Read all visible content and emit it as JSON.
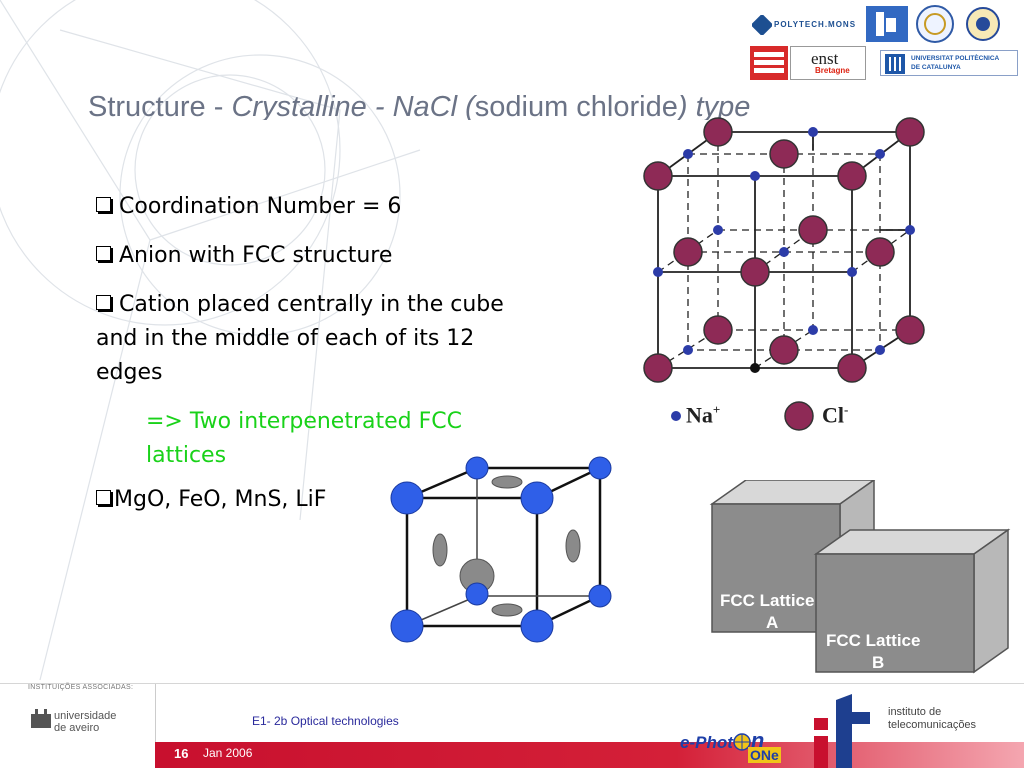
{
  "title": {
    "part1": "Structure - ",
    "part2": "Crystalline",
    "part3": " - NaCl (",
    "part4": "sodium chloride",
    "part5": ") type"
  },
  "bullets": [
    "Coordination Number = 6",
    "Anion with FCC structure",
    "Cation placed centrally in the cube and in the middle of each of its 12 edges"
  ],
  "sub_bullet": "=> Two interpenetrated FCC lattices",
  "last_bullet": "MgO, FeO, MnS, LiF",
  "legend": {
    "na": "Na",
    "na_sup": "+",
    "cl": "Cl",
    "cl_sup": "-"
  },
  "fcc": {
    "a": "FCC Lattice",
    "a_sub": "A",
    "b": "FCC Lattice",
    "b_sub": "B"
  },
  "logos": {
    "polytech": "POLYTECH.MONS",
    "upc_line1": "UNIVERSITAT POLITÈCNICA",
    "upc_line2": "DE CATALUNYA",
    "enst": "enst",
    "enst_sub": "Bretagne"
  },
  "footer": {
    "institutions": "INSTITUIÇÕES ASSOCIADAS:",
    "ua_line1": "universidade",
    "ua_line2": "de aveiro",
    "course": "E1- 2b Optical technologies",
    "slide_number": "16",
    "date": "Jan 2006",
    "ephoton_a": "e-Phot",
    "ephoton_b": "n",
    "ephoton_c": "ONe",
    "it_line1": "instituto de",
    "it_line2": "telecomunicações"
  },
  "colors": {
    "cl": "#8e2a56",
    "na": "#2c3ca8",
    "blue_atom": "#2f5fe8",
    "grey_atom": "#888888",
    "title": "#6b7386",
    "sub_bullet": "#19d219",
    "footer_band": "#c8102e"
  }
}
